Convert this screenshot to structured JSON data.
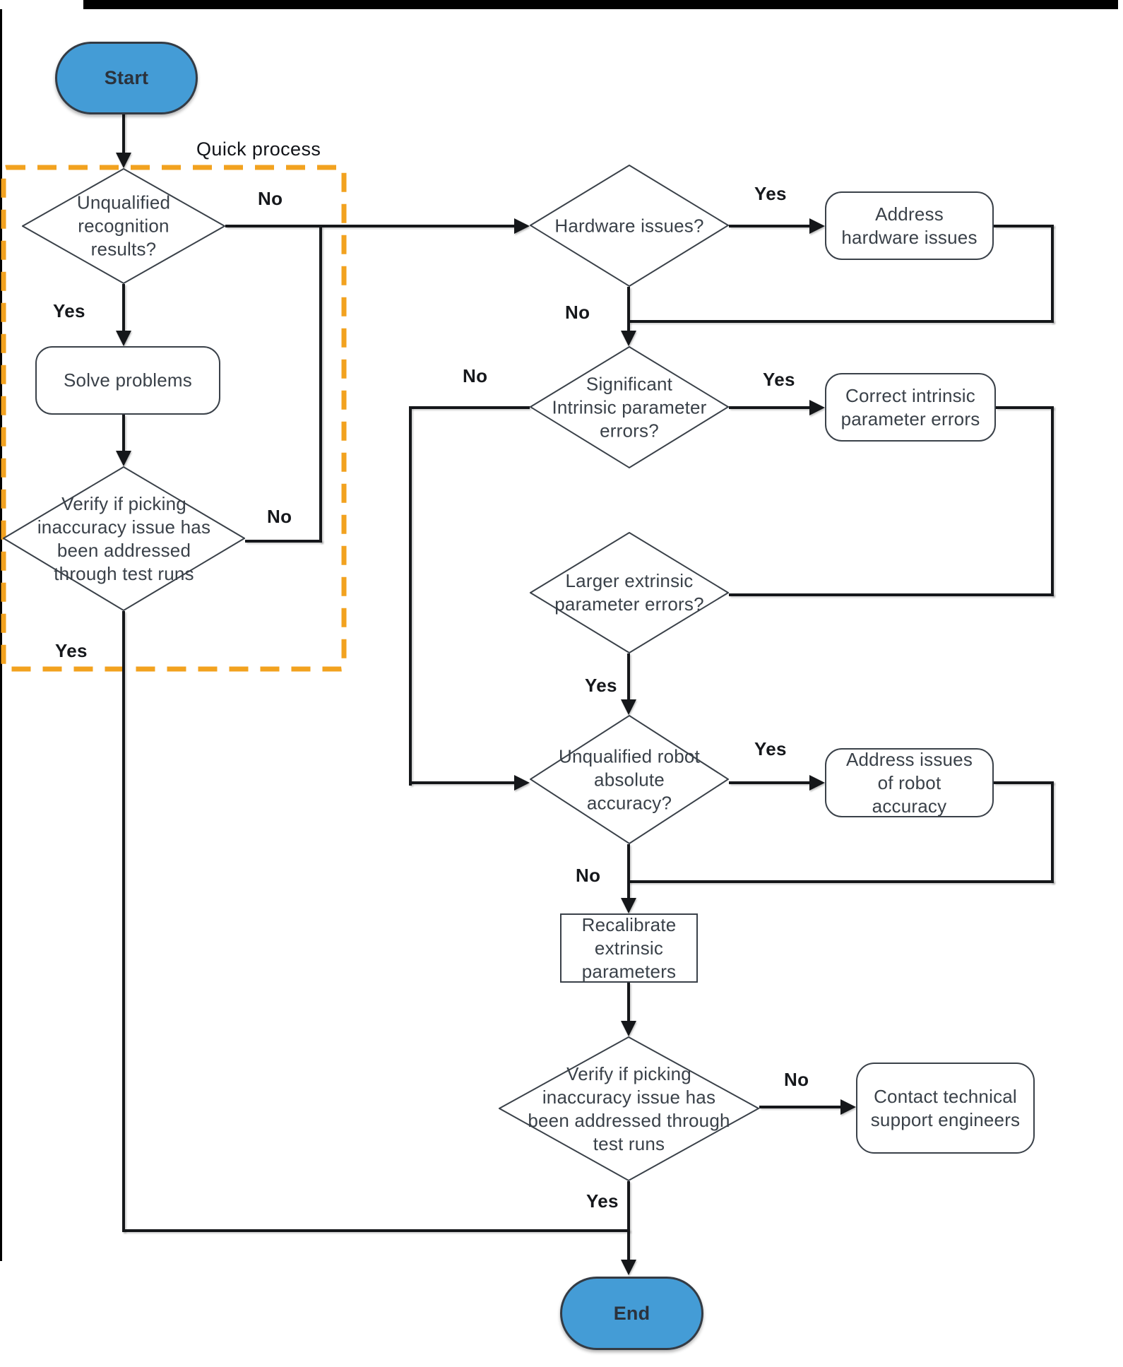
{
  "colors": {
    "terminal_fill": "#449CD6",
    "shape_outline": "#3A4149",
    "connector": "#15171A",
    "group_border": "#F2A21F",
    "background": "#FFFFFF"
  },
  "group": {
    "label": "Quick process"
  },
  "nodes": {
    "start": {
      "label": "Start"
    },
    "d1": {
      "label": "Unqualified\nrecognition\nresults?"
    },
    "solve": {
      "label": "Solve problems"
    },
    "d2": {
      "label": "Verify if picking\ninaccuracy issue has\nbeen addressed\nthrough test runs"
    },
    "d3": {
      "label": "Hardware issues?"
    },
    "addr_hw": {
      "label": "Address\nhardware issues"
    },
    "d4": {
      "label": "Significant\nIntrinsic parameter\nerrors?"
    },
    "correct": {
      "label": "Correct intrinsic\nparameter errors"
    },
    "d5": {
      "label": "Larger extrinsic\nparameter errors?"
    },
    "d6": {
      "label": "Unqualified robot\nabsolute\naccuracy?"
    },
    "addr_acc": {
      "label": "Address issues\nof robot\naccuracy"
    },
    "recal": {
      "label": "Recalibrate\nextrinsic\nparameters"
    },
    "d7": {
      "label": "Verify if picking\ninaccuracy issue has\nbeen addressed through\ntest runs"
    },
    "contact": {
      "label": "Contact technical\nsupport engineers"
    },
    "end": {
      "label": "End"
    }
  },
  "edge_labels": {
    "d1_no": "No",
    "d1_yes": "Yes",
    "d2_no": "No",
    "d2_yes": "Yes",
    "d3_yes": "Yes",
    "d3_no": "No",
    "d4_no": "No",
    "d4_yes": "Yes",
    "d5_yes": "Yes",
    "d6_yes": "Yes",
    "d6_no": "No",
    "d7_no": "No",
    "d7_yes": "Yes"
  }
}
